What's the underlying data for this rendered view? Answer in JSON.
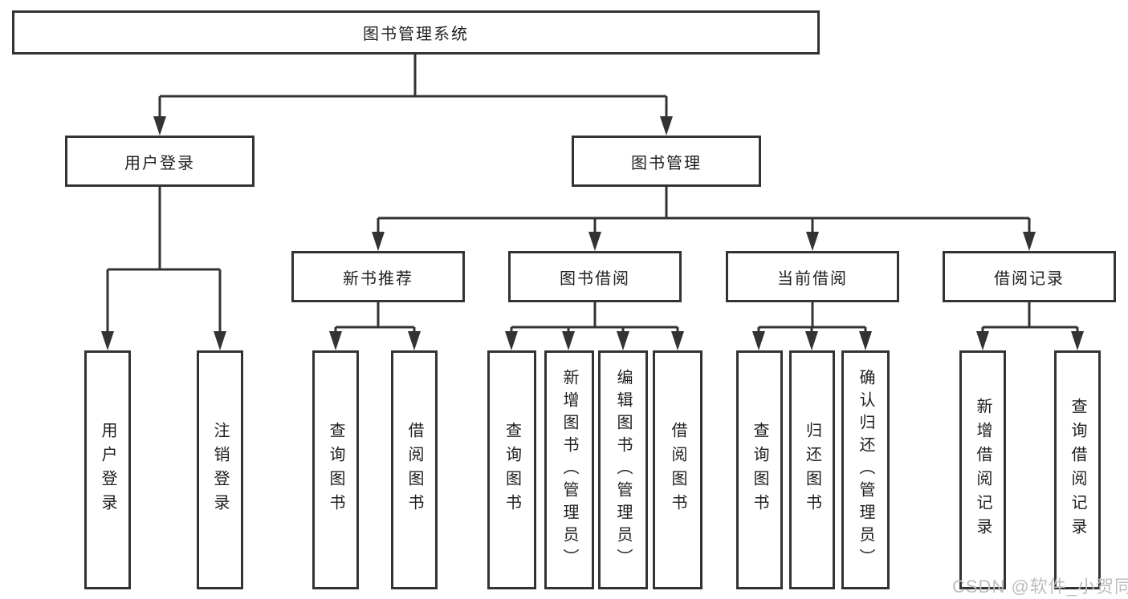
{
  "page": {
    "background": "#ffffff"
  },
  "watermark": {
    "text": "CSDN @软件_小贺同学",
    "color": "#bdbdbd"
  },
  "diagram": {
    "type": "tree",
    "title": "图书管理系统",
    "line_color": "#333333",
    "text_color": "#1f1f1f",
    "nodes": {
      "root": "图书管理系统",
      "user_login": "用户登录",
      "book_mgmt": "图书管理",
      "new_book_rec": "新书推荐",
      "book_borrow": "图书借阅",
      "current_borrow": "当前借阅",
      "borrow_record": "借阅记录",
      "user_login_leaf": "用户登录",
      "logout_leaf": "注销登录",
      "nb_query_book": "查询图书",
      "nb_borrow_book": "借阅图书",
      "bb_query_book": "查询图书",
      "bb_add_book": "新增图书（管理员）",
      "bb_edit_book": "编辑图书（管理员）",
      "bb_borrow_book": "借阅图书",
      "cb_query_book": "查询图书",
      "cb_return_book": "归还图书",
      "cb_confirm_return": "确认归还（管理员）",
      "br_add_record": "新增借阅记录",
      "br_query_record": "查询借阅记录"
    },
    "hierarchy": {
      "图书管理系统": {
        "用户登录": [
          "用户登录",
          "注销登录"
        ],
        "图书管理": {
          "新书推荐": [
            "查询图书",
            "借阅图书"
          ],
          "图书借阅": [
            "查询图书",
            "新增图书（管理员）",
            "编辑图书（管理员）",
            "借阅图书"
          ],
          "当前借阅": [
            "查询图书",
            "归还图书",
            "确认归还（管理员）"
          ],
          "借阅记录": [
            "新增借阅记录",
            "查询借阅记录"
          ]
        }
      }
    }
  }
}
